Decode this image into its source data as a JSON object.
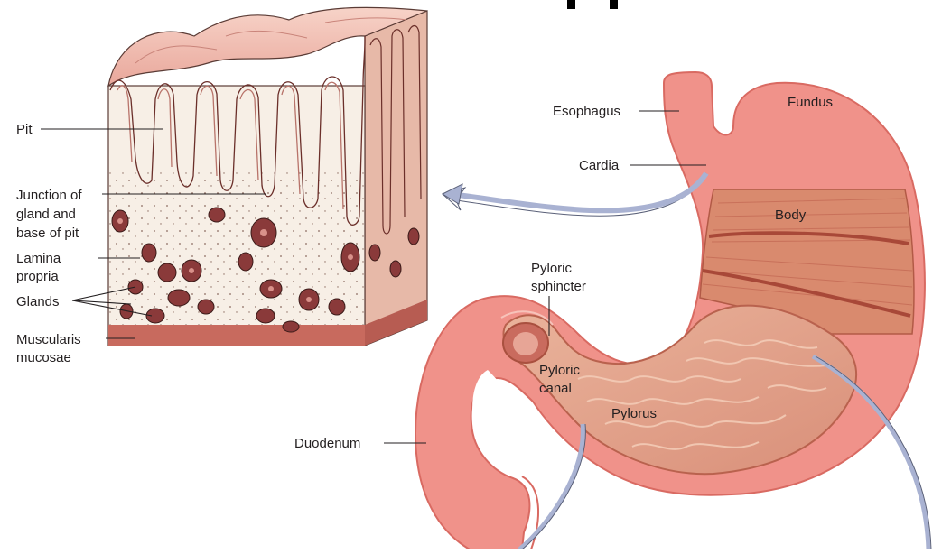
{
  "labels": {
    "pit": "Pit",
    "junction": [
      "Junction of",
      "gland and",
      "base of pit"
    ],
    "lamina": [
      "Lamina",
      "propria"
    ],
    "glands": "Glands",
    "muscularis": [
      "Muscularis",
      "mucosae"
    ],
    "esophagus": "Esophagus",
    "fundus": "Fundus",
    "cardia": "Cardia",
    "body": "Body",
    "pyloric_sphincter": [
      "Pyloric",
      "sphincter"
    ],
    "pyloric_canal": [
      "Pyloric",
      "canal"
    ],
    "pylorus": "Pylorus",
    "duodenum": "Duodenum"
  },
  "colors": {
    "tissue_pink": "#f0928a",
    "stomach_outline": "#d96a62",
    "muscle": "#c46a55",
    "mucosa": "#e8a58c",
    "lamina_fill": "#f7efe6",
    "gland": "#8a3a3a",
    "arrow": "#a9b2d2"
  }
}
